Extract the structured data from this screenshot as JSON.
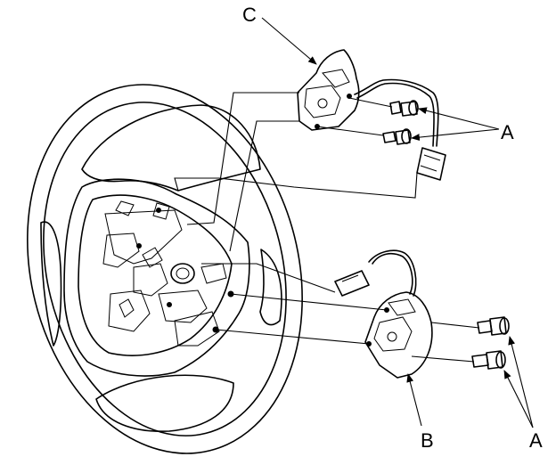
{
  "labels": {
    "c": "C",
    "a_upper": "A",
    "b": "B",
    "a_lower": "A"
  }
}
